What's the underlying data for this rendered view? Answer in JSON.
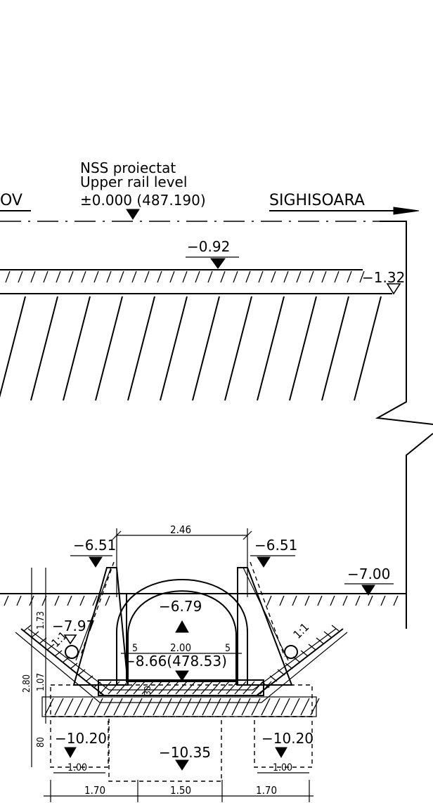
{
  "header": {
    "reference_line1": "NSS proiectat",
    "reference_line2": "Upper rail level",
    "reference_line3": "±0.000 (487.190)",
    "left_direction_fragment": "OV",
    "right_direction": "SIGHISOARA"
  },
  "levels": {
    "top_fill": "−0.92",
    "right_ground": "−1.32",
    "right_terrain": "−7.00",
    "left_pit_top": "−6.51",
    "right_pit_top": "−6.51",
    "tunnel_crown": "−6.79",
    "left_drain": "−7.97",
    "invert": "−8.66(478.53)",
    "left_footing": "−10.20",
    "right_footing": "−10.20",
    "center_footing": "−10.35"
  },
  "dimensions": {
    "top_width": "2.46",
    "inner_width": "2.00",
    "left_small": "5",
    "right_small": "5",
    "slab_thickness": "30",
    "left_height_upper": "1.73",
    "left_height_lower": "1.07",
    "left_height_total": "2.80",
    "foundation_height": "80",
    "left_footing_width": "1.00",
    "right_footing_width": "1.00",
    "bottom_left": "1.70",
    "bottom_center": "1.50",
    "bottom_right": "1.70"
  },
  "slopes": {
    "left": "1:1",
    "right": "1:1"
  }
}
